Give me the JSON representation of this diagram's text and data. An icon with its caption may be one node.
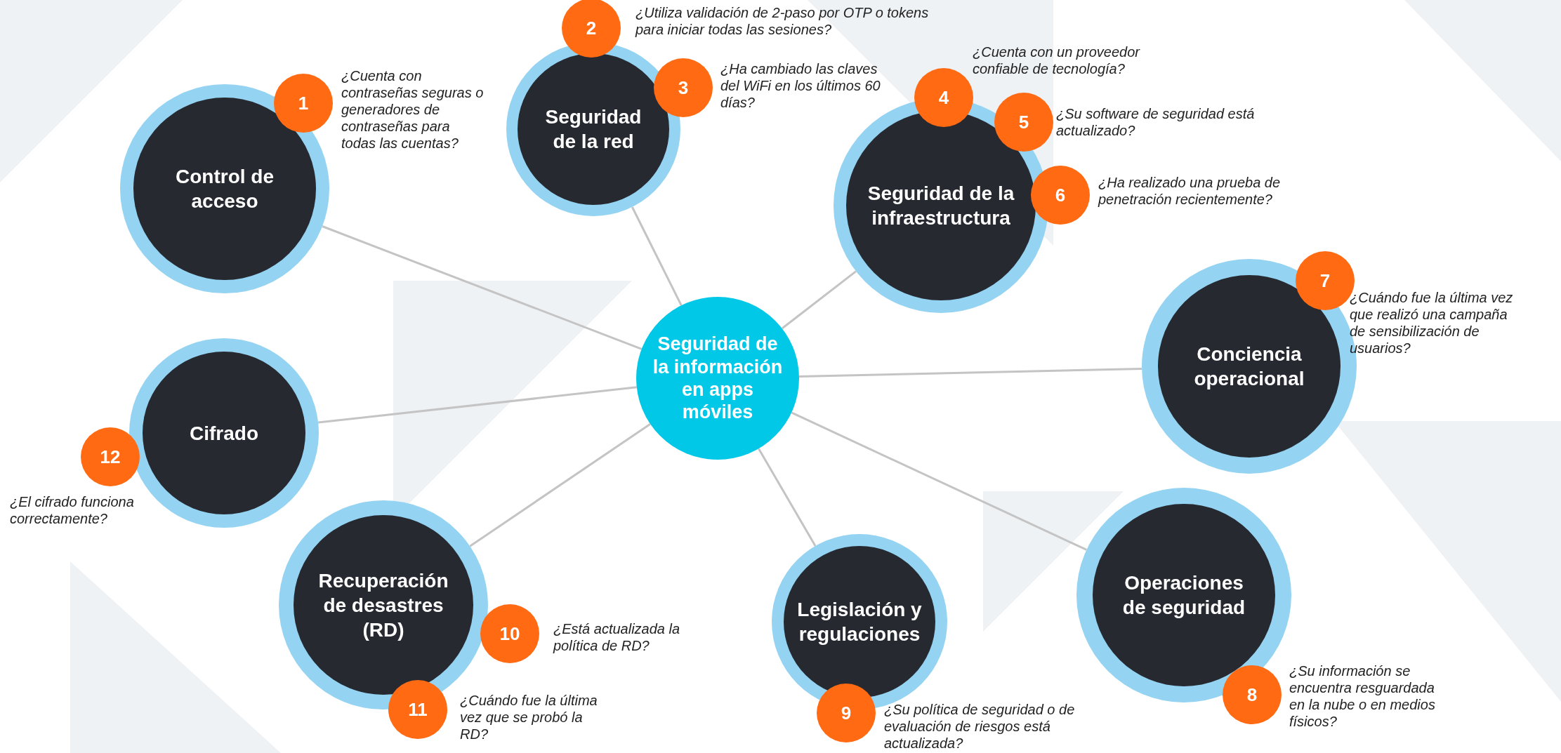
{
  "diagram": {
    "nodes": [
      {
        "text": [
          "Seguridad de la información en apps móviles"
        ]
      },
      {
        "text": [
          "Control de acceso"
        ]
      },
      {
        "text": [
          "Seguridad de la red"
        ]
      },
      {
        "text": [
          "Seguridad de la infraestructura"
        ]
      },
      {
        "text": [
          "Conciencia operacional"
        ]
      },
      {
        "text": [
          "Cifrado"
        ]
      },
      {
        "text": [
          "Recuperación de desastres (RD)"
        ]
      },
      {
        "text": [
          "Legislación y regulaciones"
        ]
      },
      {
        "text": [
          "Operaciones de seguridad"
        ]
      },
      {
        "text": [
          "1"
        ]
      },
      {
        "text": [
          "2"
        ]
      },
      {
        "text": [
          "3"
        ]
      },
      {
        "text": [
          "4"
        ]
      },
      {
        "text": [
          "5"
        ]
      },
      {
        "text": [
          "6"
        ]
      },
      {
        "text": [
          "7"
        ]
      },
      {
        "text": [
          "8"
        ]
      },
      {
        "text": [
          "9"
        ]
      },
      {
        "text": [
          "10"
        ]
      },
      {
        "text": [
          "11"
        ]
      },
      {
        "text": [
          "12"
        ]
      }
    ],
    "edges": [
      {
        "from": 0,
        "to": 1,
        "arrow": "none"
      },
      {
        "from": 0,
        "to": 2,
        "arrow": "none"
      },
      {
        "from": 0,
        "to": 3,
        "arrow": "none"
      },
      {
        "from": 0,
        "to": 4,
        "arrow": "none"
      },
      {
        "from": 0,
        "to": 5,
        "arrow": "none"
      },
      {
        "from": 0,
        "to": 6,
        "arrow": "none"
      },
      {
        "from": 0,
        "to": 7,
        "arrow": "none"
      },
      {
        "from": 0,
        "to": 8,
        "arrow": "none"
      }
    ],
    "labels": [
      "¿Utiliza validación de  2-paso por OTP o tokens para iniciar todas las sesiones?",
      "¿Cuenta con contraseñas seguras o generadores de contraseñas para todas las cuentas?",
      "¿Ha cambiado las claves del WiFi en los últimos 60 días?",
      "¿Cuenta con un proveedor confiable de tecnología?",
      "¿Su software de seguridad está actualizado?",
      "¿Ha realizado una prueba de penetración recientemente?",
      "¿Cuándo fue la última vez que realizó una campaña de sensibilización de usuarios?",
      "¿El cifrado funciona correctamente?",
      "¿Está actualizada la política de RD?",
      "¿Su información se encuentra resguardada en la nube o en medios físicos?",
      "¿Cuándo fue la última vez que se probó la RD?",
      "¿Su política de seguridad o de evaluación de riesgos está actualizada?"
    ]
  }
}
